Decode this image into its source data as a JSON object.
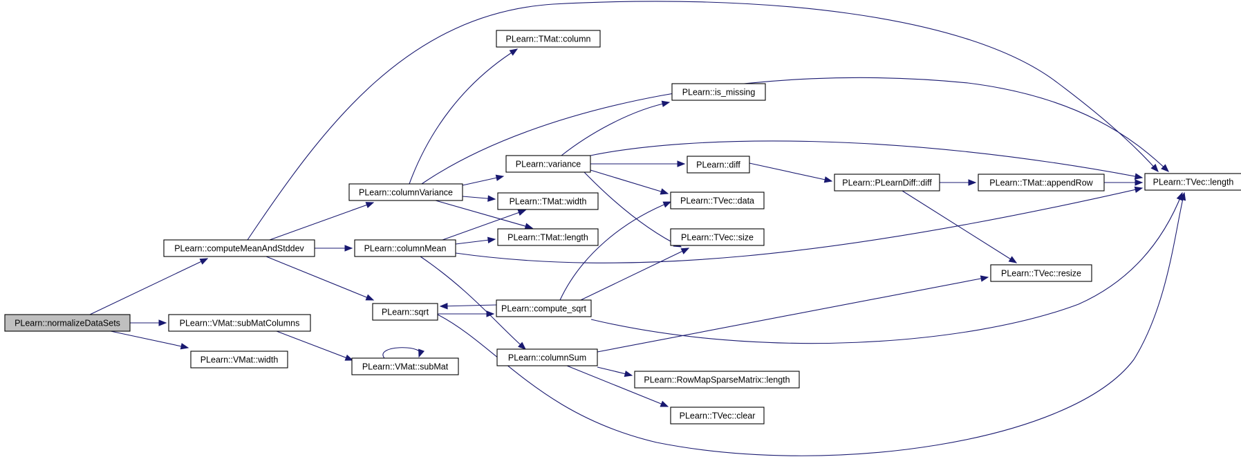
{
  "nodes": [
    {
      "id": "normalizeDataSets",
      "label": "PLearn::normalizeDataSets",
      "root": true
    },
    {
      "id": "computeMeanAndStddev",
      "label": "PLearn::computeMeanAndStddev"
    },
    {
      "id": "vmat_subMatColumns",
      "label": "PLearn::VMat::subMatColumns"
    },
    {
      "id": "vmat_width",
      "label": "PLearn::VMat::width"
    },
    {
      "id": "tvec_length",
      "label": "PLearn::TVec::length"
    },
    {
      "id": "columnVariance",
      "label": "PLearn::columnVariance"
    },
    {
      "id": "columnMean",
      "label": "PLearn::columnMean"
    },
    {
      "id": "sqrt",
      "label": "PLearn::sqrt"
    },
    {
      "id": "vmat_subMat",
      "label": "PLearn::VMat::subMat"
    },
    {
      "id": "tmat_column",
      "label": "PLearn::TMat::column"
    },
    {
      "id": "variance",
      "label": "PLearn::variance"
    },
    {
      "id": "tmat_width",
      "label": "PLearn::TMat::width"
    },
    {
      "id": "tmat_length",
      "label": "PLearn::TMat::length"
    },
    {
      "id": "columnSum",
      "label": "PLearn::columnSum"
    },
    {
      "id": "compute_sqrt",
      "label": "PLearn::compute_sqrt"
    },
    {
      "id": "is_missing",
      "label": "PLearn::is_missing"
    },
    {
      "id": "diff",
      "label": "PLearn::diff"
    },
    {
      "id": "tvec_data",
      "label": "PLearn::TVec::data"
    },
    {
      "id": "tvec_size",
      "label": "PLearn::TVec::size"
    },
    {
      "id": "rowmap_length",
      "label": "PLearn::RowMapSparseMatrix::length"
    },
    {
      "id": "tvec_clear",
      "label": "PLearn::TVec::clear"
    },
    {
      "id": "plearndiff_diff",
      "label": "PLearn::PLearnDiff::diff"
    },
    {
      "id": "tmat_appendRow",
      "label": "PLearn::TMat::appendRow"
    },
    {
      "id": "tvec_resize",
      "label": "PLearn::TVec::resize"
    }
  ],
  "edges": [
    {
      "from": "normalizeDataSets",
      "to": "computeMeanAndStddev"
    },
    {
      "from": "normalizeDataSets",
      "to": "vmat_subMatColumns"
    },
    {
      "from": "normalizeDataSets",
      "to": "vmat_width"
    },
    {
      "from": "computeMeanAndStddev",
      "to": "tvec_length"
    },
    {
      "from": "computeMeanAndStddev",
      "to": "columnVariance"
    },
    {
      "from": "computeMeanAndStddev",
      "to": "columnMean"
    },
    {
      "from": "computeMeanAndStddev",
      "to": "sqrt"
    },
    {
      "from": "vmat_subMatColumns",
      "to": "vmat_subMat"
    },
    {
      "from": "vmat_subMat",
      "to": "vmat_subMat"
    },
    {
      "from": "columnVariance",
      "to": "tmat_column"
    },
    {
      "from": "columnVariance",
      "to": "tvec_length"
    },
    {
      "from": "columnVariance",
      "to": "variance"
    },
    {
      "from": "columnVariance",
      "to": "tmat_width"
    },
    {
      "from": "columnVariance",
      "to": "tmat_length"
    },
    {
      "from": "columnMean",
      "to": "tmat_width"
    },
    {
      "from": "columnMean",
      "to": "tmat_length"
    },
    {
      "from": "columnMean",
      "to": "tvec_length"
    },
    {
      "from": "columnMean",
      "to": "columnSum"
    },
    {
      "from": "variance",
      "to": "is_missing"
    },
    {
      "from": "variance",
      "to": "tvec_length"
    },
    {
      "from": "variance",
      "to": "diff"
    },
    {
      "from": "variance",
      "to": "tvec_data"
    },
    {
      "from": "variance",
      "to": "tvec_size"
    },
    {
      "from": "diff",
      "to": "plearndiff_diff"
    },
    {
      "from": "plearndiff_diff",
      "to": "tmat_appendRow"
    },
    {
      "from": "plearndiff_diff",
      "to": "tvec_resize"
    },
    {
      "from": "tmat_appendRow",
      "to": "tvec_length"
    },
    {
      "from": "sqrt",
      "to": "compute_sqrt"
    },
    {
      "from": "sqrt",
      "to": "tvec_length"
    },
    {
      "from": "compute_sqrt",
      "to": "sqrt"
    },
    {
      "from": "compute_sqrt",
      "to": "tvec_data"
    },
    {
      "from": "compute_sqrt",
      "to": "tvec_size"
    },
    {
      "from": "compute_sqrt",
      "to": "tvec_length"
    },
    {
      "from": "columnSum",
      "to": "tvec_resize"
    },
    {
      "from": "columnSum",
      "to": "rowmap_length"
    },
    {
      "from": "columnSum",
      "to": "tvec_clear"
    }
  ],
  "colors": {
    "edge": "#191970",
    "root_fill": "#bfbfbf",
    "node_fill": "#ffffff",
    "node_border": "#000000"
  }
}
